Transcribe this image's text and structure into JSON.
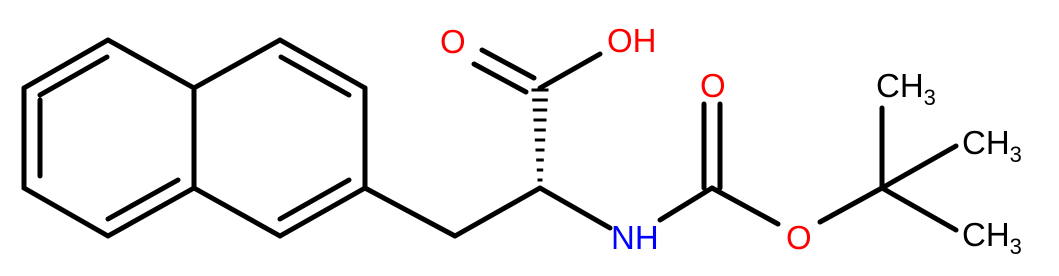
{
  "atoms": {
    "carbonyl_o": {
      "text": "O"
    },
    "hydroxyl": {
      "text": "OH"
    },
    "amine": {
      "text": "NH"
    },
    "carbamate_o": {
      "text": "O"
    },
    "ester_o": {
      "text": "O"
    },
    "methyl_1": {
      "text": "CH",
      "sub": "3"
    },
    "methyl_2": {
      "text": "CH",
      "sub": "3"
    },
    "methyl_3": {
      "text": "CH",
      "sub": "3"
    }
  },
  "colors": {
    "oxygen": "#ff0000",
    "nitrogen": "#0000ff",
    "carbon": "#000000",
    "bond": "#000000"
  }
}
